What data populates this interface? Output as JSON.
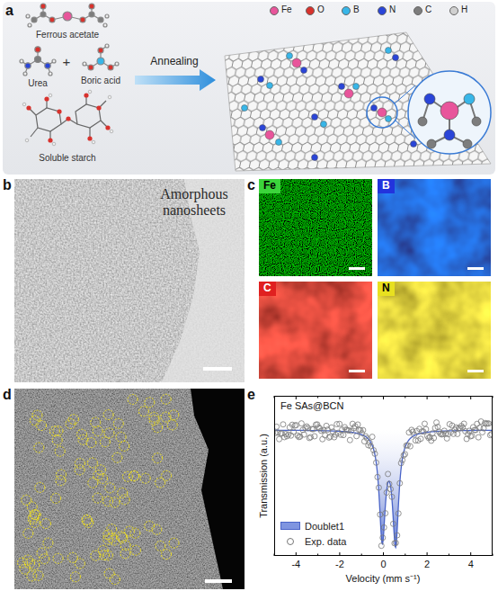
{
  "diagram": {
    "nodes": [
      {
        "text": [
          "Amorphous nanosheets"
        ]
      },
      {
        "text": [
          "Fe"
        ]
      },
      {
        "text": [
          "B"
        ]
      },
      {
        "text": [
          "C"
        ]
      },
      {
        "text": [
          "N"
        ]
      },
      {
        "text": [
          "Fe SAs@BCN"
        ]
      }
    ],
    "edges": [],
    "labels": [
      "a",
      "Ferrous acetate",
      "Urea",
      "+",
      "Boric acid",
      "Soluble starch",
      "Annealing",
      "b",
      "c",
      "d",
      "e",
      "Transmission (a.u.)",
      "-4",
      "-2",
      "0",
      "2",
      "4",
      "Velocity (mm s⁻¹)"
    ],
    "legend": [
      {
        "text": "Fe",
        "color": "#e8559b"
      },
      {
        "text": "O",
        "color": "#d8322d"
      },
      {
        "text": "B",
        "color": "#38b6e8"
      },
      {
        "text": "N",
        "color": "#2a45d8"
      },
      {
        "text": "C",
        "color": "#7d7d7d"
      },
      {
        "text": "H",
        "color": "#d0d0d0"
      },
      {
        "text": "Doublet1",
        "color": "#7f95e0"
      },
      {
        "text": "Exp. data"
      }
    ]
  }
}
